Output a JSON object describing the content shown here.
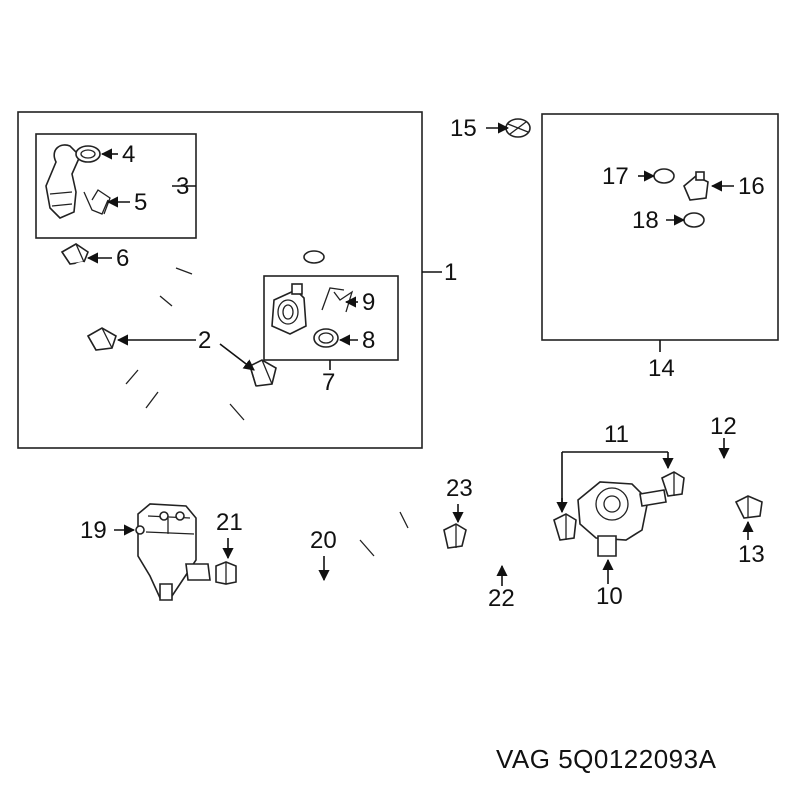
{
  "diagram": {
    "callouts": [
      "1",
      "2",
      "3",
      "4",
      "5",
      "6",
      "7",
      "8",
      "9",
      "10",
      "11",
      "12",
      "13",
      "14",
      "15",
      "16",
      "17",
      "18",
      "19",
      "20",
      "21",
      "22",
      "23"
    ],
    "footer": "VAG 5Q0122093A"
  }
}
